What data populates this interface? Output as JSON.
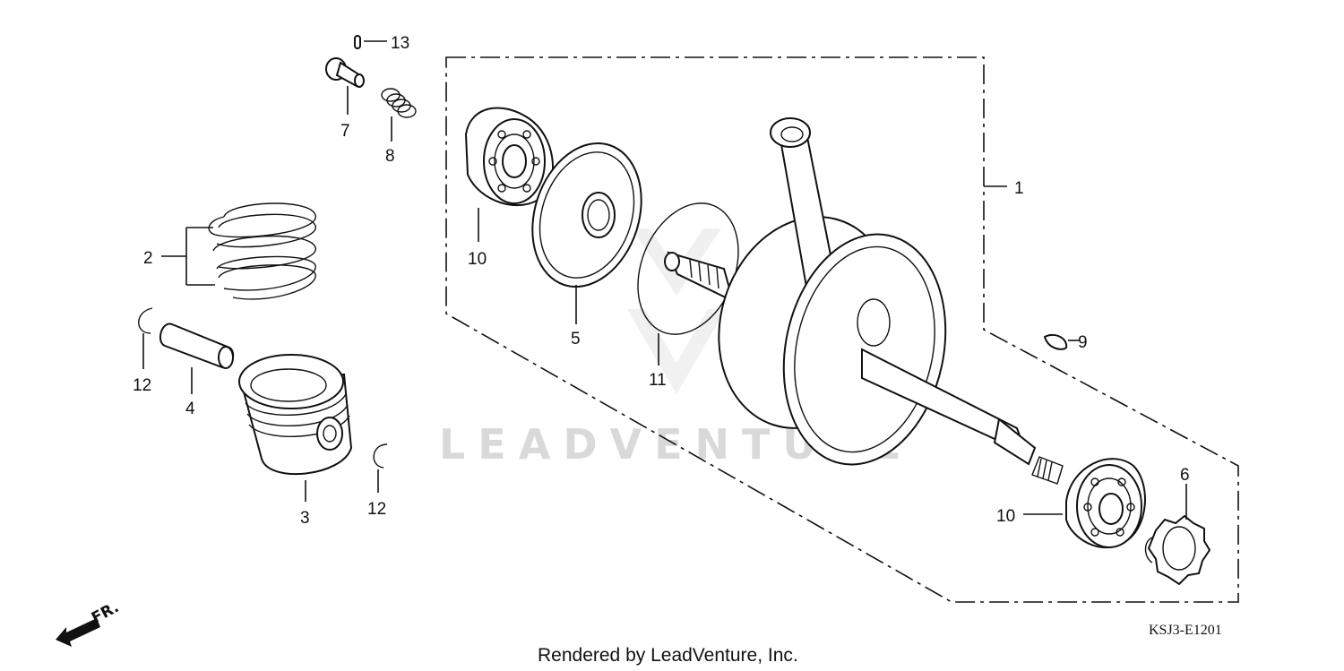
{
  "diagram": {
    "callouts": {
      "c1": "1",
      "c2": "2",
      "c3": "3",
      "c4": "4",
      "c5": "5",
      "c6": "6",
      "c7": "7",
      "c8": "8",
      "c9": "9",
      "c10a": "10",
      "c10b": "10",
      "c11": "11",
      "c12a": "12",
      "c12b": "12",
      "c13": "13"
    },
    "direction_label": "FR.",
    "diagram_code": "KSJ3-E1201",
    "watermark": "LEADVENTURE",
    "credit": "Rendered by LeadVenture, Inc."
  }
}
